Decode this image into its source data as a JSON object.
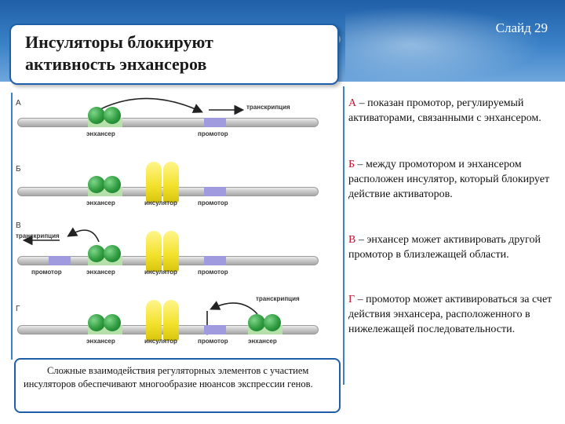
{
  "slide_number": "Слайд 29",
  "title": "Инсуляторы блокируют\nактивность энхансеров",
  "diagram": {
    "panels": [
      {
        "letter": "А",
        "transcription_label": "транскрипция",
        "labels": [
          "энхансер",
          "промотор"
        ]
      },
      {
        "letter": "Б",
        "labels": [
          "энхансер",
          "инсулятор",
          "промотор"
        ]
      },
      {
        "letter": "В",
        "transcription_label": "транскрипция",
        "labels": [
          "промотор",
          "энхансер",
          "инсулятор",
          "промотор"
        ]
      },
      {
        "letter": "Г",
        "transcription_label": "транскрипция",
        "labels": [
          "энхансер",
          "инсулятор",
          "промотор",
          "энхансер"
        ]
      }
    ]
  },
  "caption": "Сложные взаимодействия регуляторных элементов с участием инсуляторов обеспечивают многообразие нюансов экспрессии генов.",
  "descriptions": [
    {
      "key": "А",
      "text": " – показан промотор, регулируемый активаторами, связанными с энхансером."
    },
    {
      "key": "Б",
      "text": " – между промотором и энхансером расположен инсулятор, который блокирует действие активаторов."
    },
    {
      "key": "В",
      "text": " – энхансер может активировать другой промотор в близлежащей области."
    },
    {
      "key": "Г",
      "text": " – промотор может активироваться за счет действия энхансера, расположенного в нижележащей последовательности."
    }
  ],
  "colors": {
    "header_blue": "#1f5fa8",
    "enhancer": "#b6e6a8",
    "activator": "#2e9a3e",
    "promoter": "#9f9bde",
    "insulator": "#f2e12a",
    "key_letter": "#c8102e"
  }
}
